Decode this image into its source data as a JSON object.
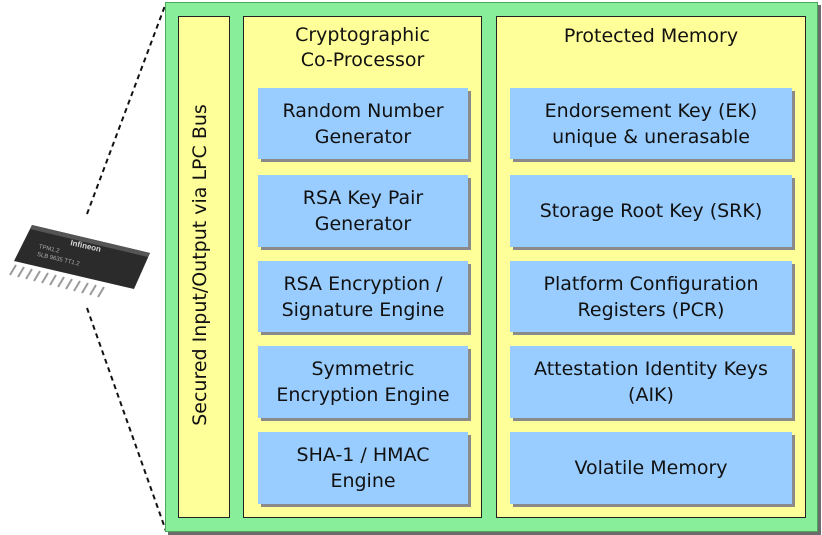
{
  "chip": {
    "brand": "Infineon",
    "marking_line1": "TPM1.2",
    "marking_line2": "SLB 9635 TT1.2"
  },
  "bus_label": "Secured Input/Output via LPC Bus",
  "coprocessor": {
    "title": "Cryptographic\nCo-Processor",
    "items": [
      "Random Number\nGenerator",
      "RSA Key Pair\nGenerator",
      "RSA Encryption /\nSignature Engine",
      "Symmetric\nEncryption Engine",
      "SHA-1 / HMAC\nEngine"
    ]
  },
  "memory": {
    "title": "Protected Memory",
    "items": [
      "Endorsement Key (EK)\nunique & unerasable",
      "Storage Root Key (SRK)",
      "Platform Configuration\nRegisters (PCR)",
      "Attestation Identity Keys\n(AIK)",
      "Volatile Memory"
    ]
  },
  "colors": {
    "outer_fill": "#88ee99",
    "panel_fill": "#ffff99",
    "box_fill": "#99ccff",
    "shadow": "#8a8a8a"
  }
}
